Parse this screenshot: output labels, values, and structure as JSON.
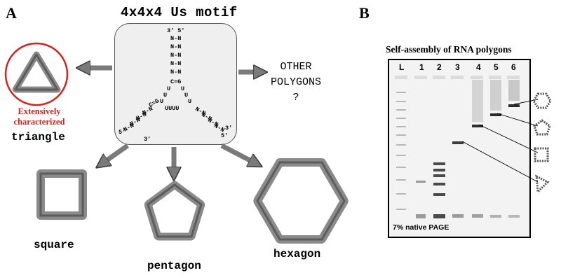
{
  "panel_a": {
    "letter": "A",
    "motif_title": "4x4x4 Us motif",
    "other_polygons": [
      "OTHER",
      "POLYGONS",
      "?"
    ],
    "extensively_characterized": [
      "Extensively",
      "characterized"
    ],
    "shapes": {
      "triangle": "triangle",
      "square": "square",
      "pentagon": "pentagon",
      "hexagon": "hexagon"
    },
    "motif_seq": {
      "top_ends": "3′ 5′",
      "stem_pair": "N-N",
      "closing_pair": "C=G",
      "u": "U",
      "loop_bottom": "UUUU",
      "prime3": "3′",
      "prime5": "5′"
    }
  },
  "panel_b": {
    "letter": "B",
    "gel_title": "Self-assembly of RNA polygons",
    "lanes": [
      "L",
      "1",
      "2",
      "3",
      "4",
      "5",
      "6"
    ],
    "gel_note": "7% native PAGE"
  },
  "colors": {
    "red": "#d4231f",
    "arrow_gray": "#7a7a7a",
    "motif_box": "#efefef"
  }
}
